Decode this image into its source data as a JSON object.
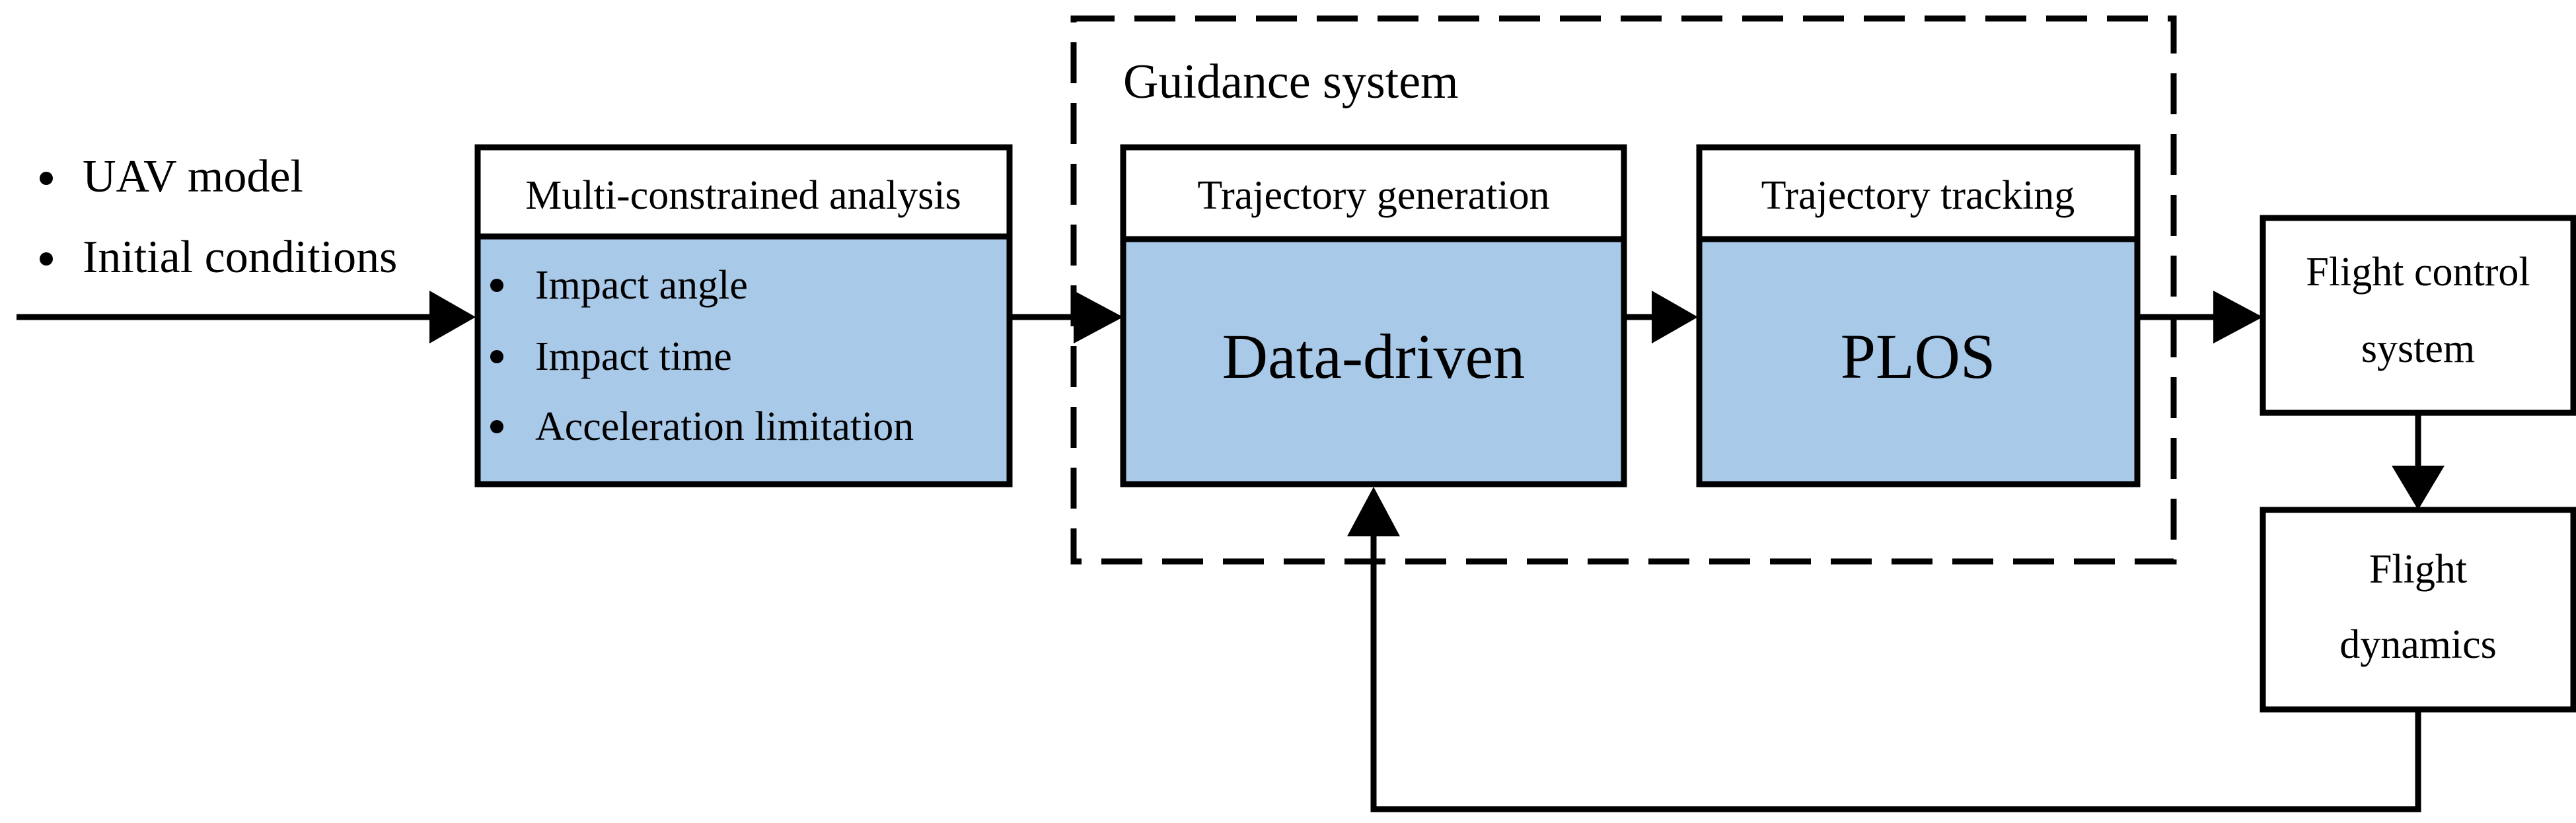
{
  "inputs": [
    "UAV model",
    "Initial conditions"
  ],
  "analysis": {
    "title": "Multi-constrained analysis",
    "items": [
      "Impact angle",
      "Impact time",
      "Acceleration limitation"
    ]
  },
  "guidance": {
    "label": "Guidance system",
    "generation": {
      "title": "Trajectory generation",
      "method": "Data-driven"
    },
    "tracking": {
      "title": "Trajectory tracking",
      "method": "PLOS"
    }
  },
  "flight_control": {
    "line1": "Flight control",
    "line2": "system"
  },
  "flight_dynamics": {
    "line1": "Flight",
    "line2": "dynamics"
  },
  "colors": {
    "block_fill": "#a9c9e9",
    "stroke": "#000000",
    "background": "#ffffff"
  }
}
